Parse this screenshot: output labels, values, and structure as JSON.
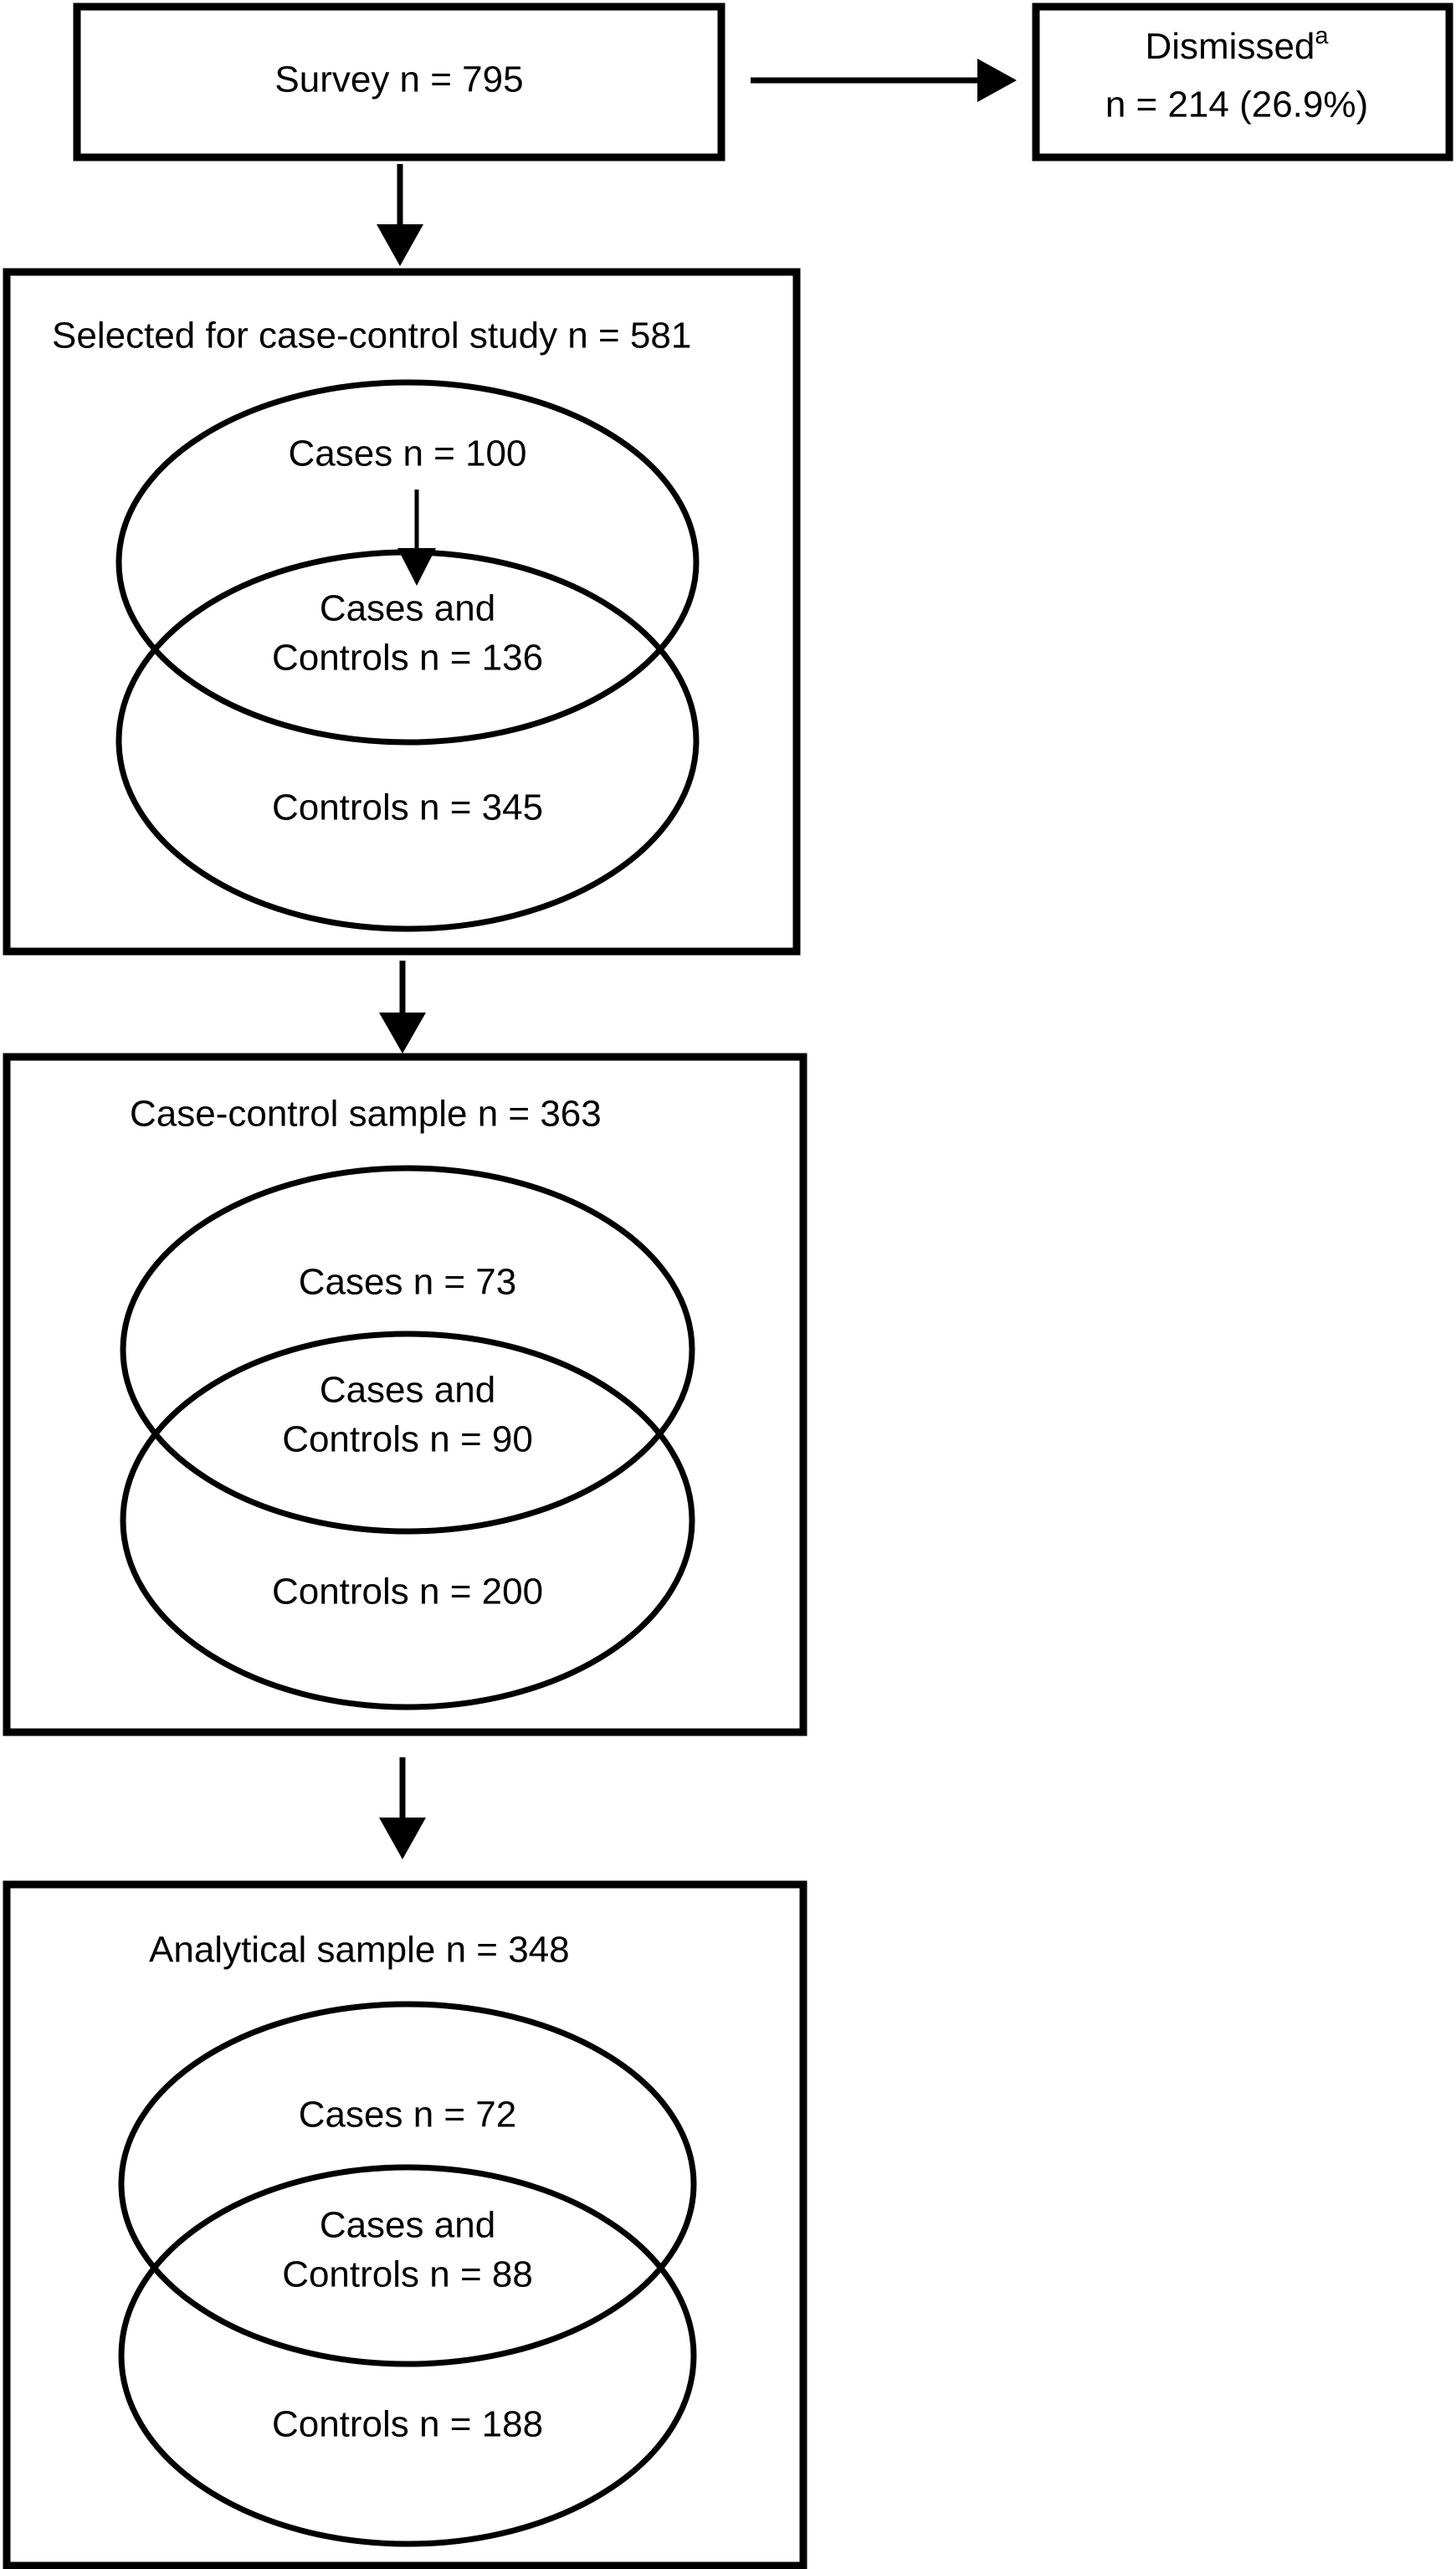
{
  "figure": {
    "type": "flowchart",
    "description": "Study participant flow diagram with nested Venn ellipses"
  },
  "nodes": {
    "survey": {
      "label": "Survey n = 795",
      "n": 795
    },
    "dismissed": {
      "label": "Dismissed",
      "superscript": "a",
      "detail": "n = 214 (26.9%)",
      "n": 214,
      "percent": "26.9%"
    },
    "selected": {
      "title": "Selected for case-control study n = 581",
      "n": 581,
      "cases": "Cases n = 100",
      "cases_n": 100,
      "overlap_line1": "Cases and",
      "overlap_line2": "Controls n = 136",
      "overlap_n": 136,
      "controls": "Controls n = 345",
      "controls_n": 345
    },
    "case_control_sample": {
      "title": "Case-control sample n = 363",
      "n": 363,
      "cases": "Cases n = 73",
      "cases_n": 73,
      "overlap_line1": "Cases and",
      "overlap_line2": "Controls n = 90",
      "overlap_n": 90,
      "controls": "Controls n = 200",
      "controls_n": 200
    },
    "analytical_sample": {
      "title": "Analytical sample n = 348",
      "n": 348,
      "cases": "Cases n = 72",
      "cases_n": 72,
      "overlap_line1": "Cases and",
      "overlap_line2": "Controls n = 88",
      "overlap_n": 88,
      "controls": "Controls n = 188",
      "controls_n": 188
    }
  },
  "colors": {
    "stroke": "#000000",
    "fill": "#ffffff",
    "text": "#000000"
  }
}
